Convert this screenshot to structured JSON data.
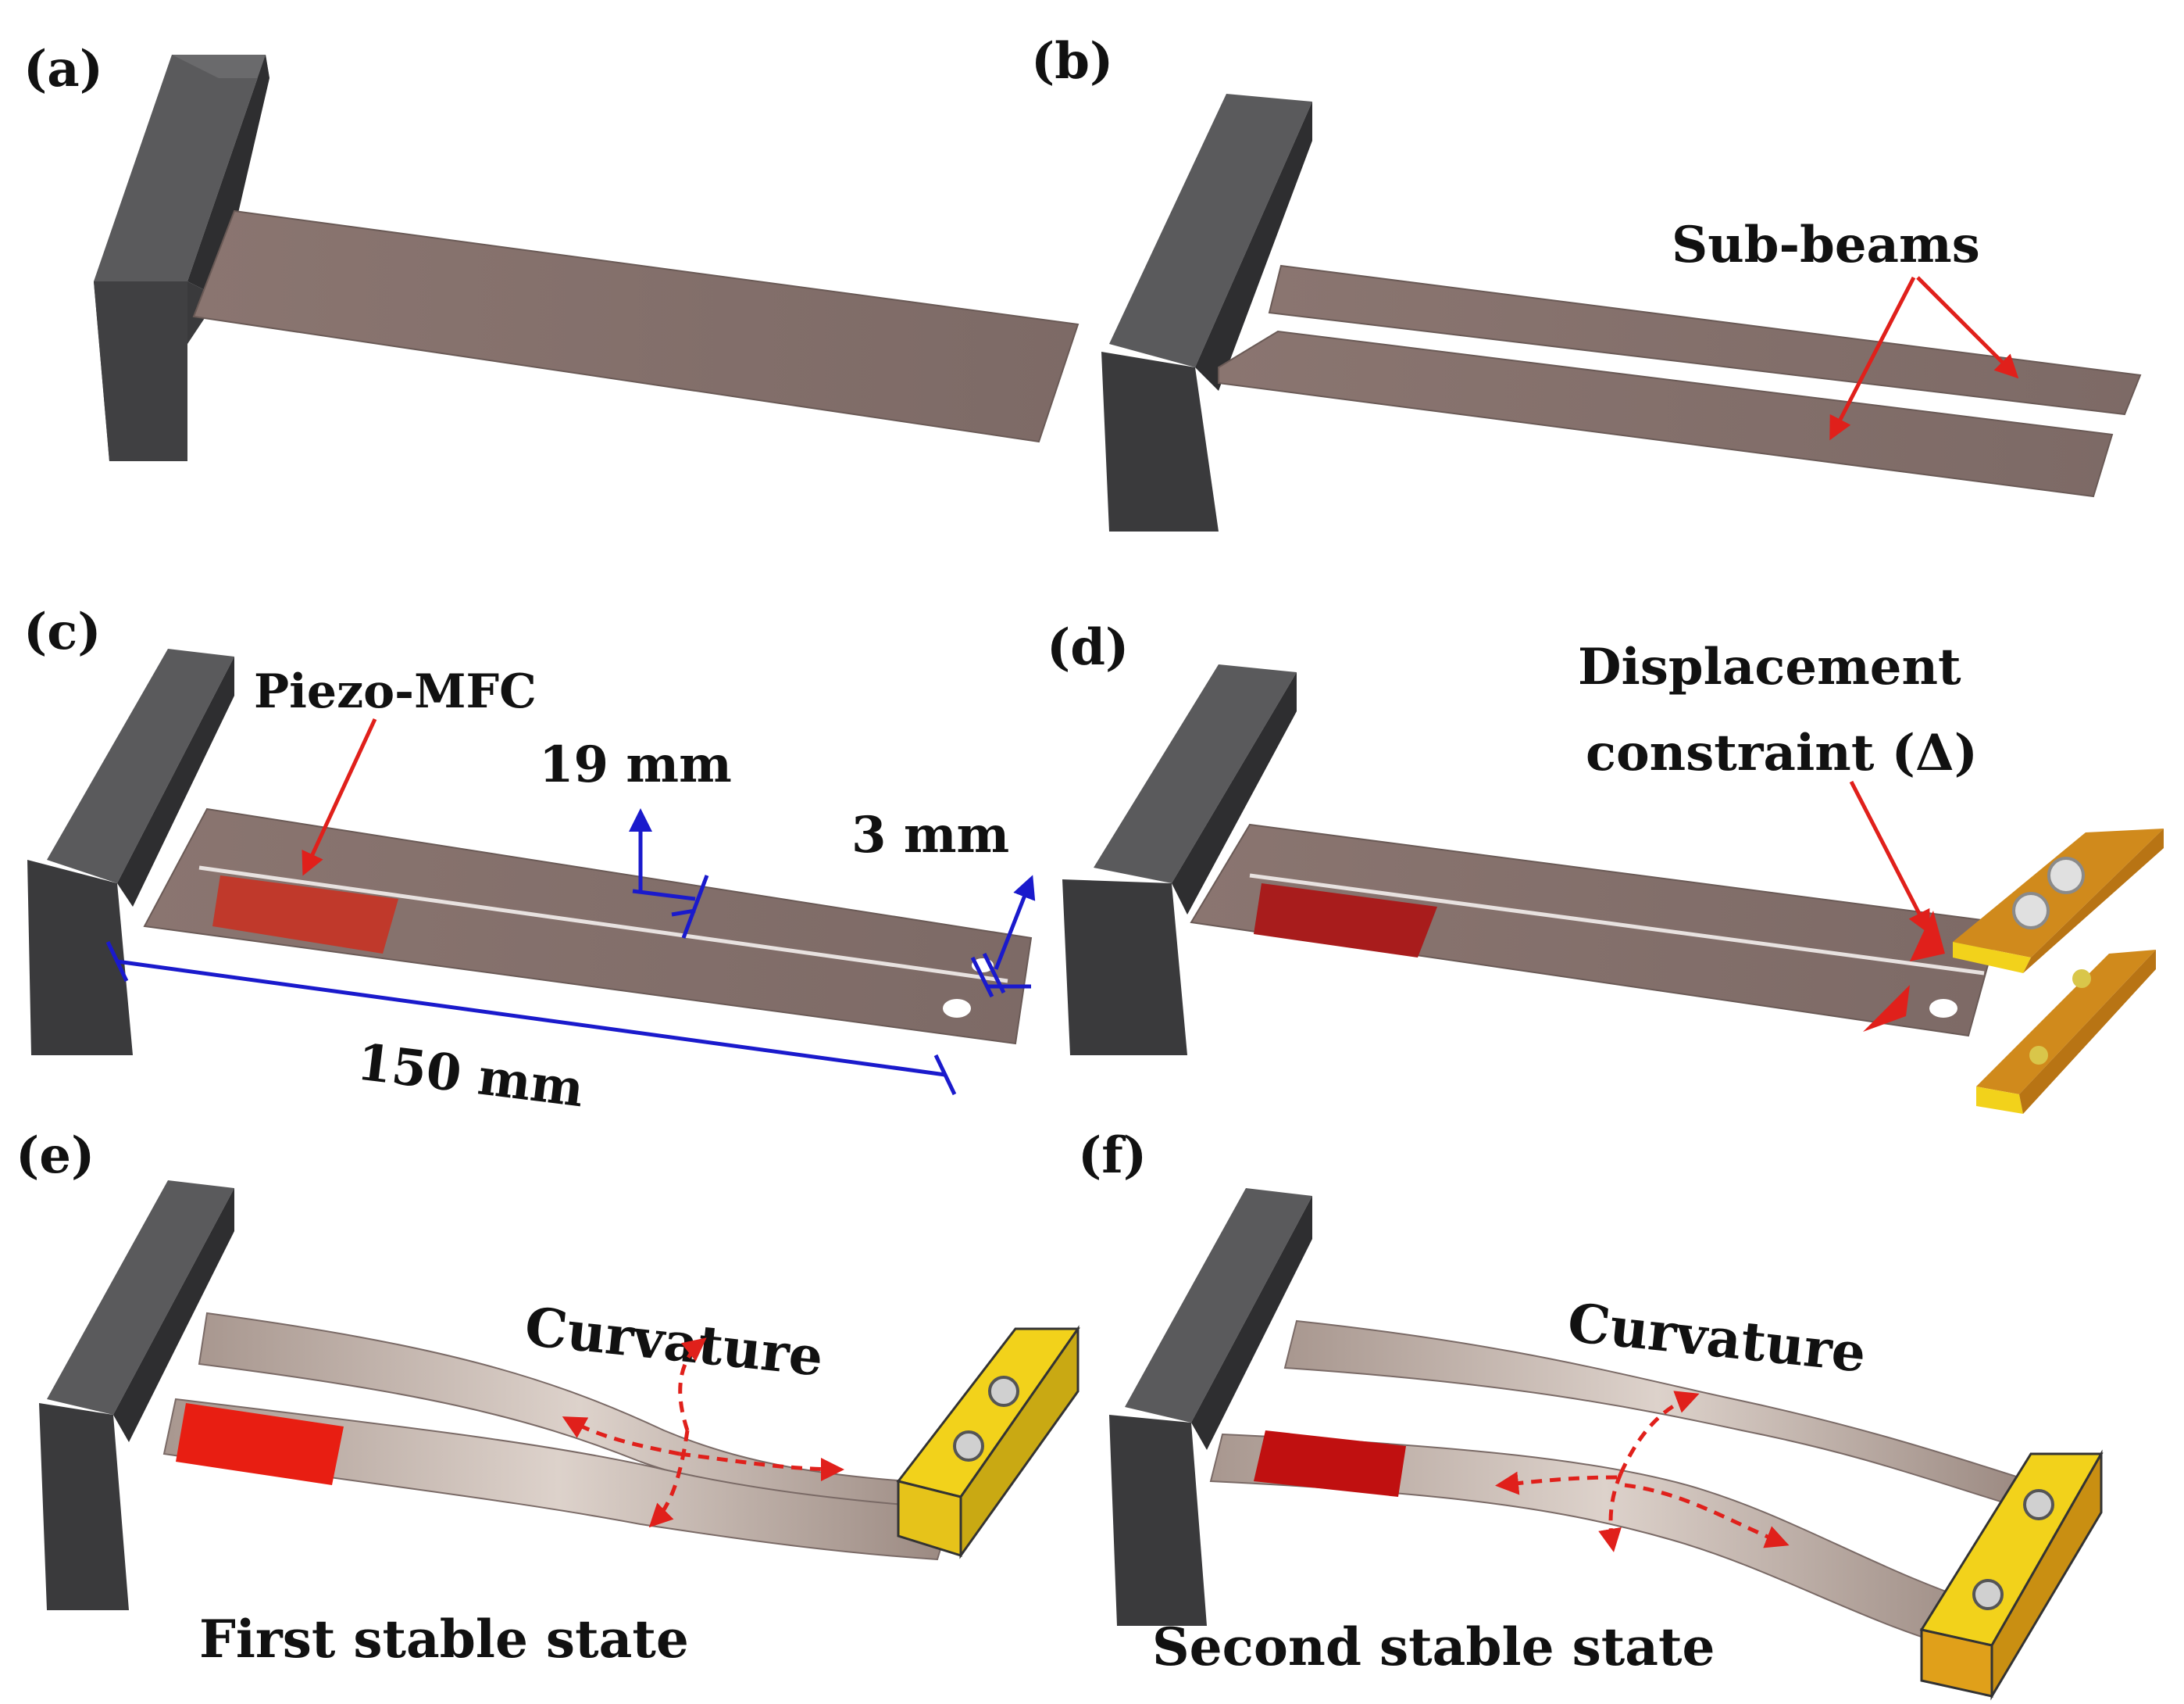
{
  "panels": {
    "a": {
      "label": "(a)"
    },
    "b": {
      "label": "(b)",
      "callout": "Sub-beams"
    },
    "c": {
      "label": "(c)",
      "piezo": "Piezo-MFC",
      "width_dim": "19 mm",
      "gap_dim": "3 mm",
      "length_dim": "150 mm"
    },
    "d": {
      "label": "(d)",
      "constraint_line1": "Displacement",
      "constraint_line2": "constraint (Δ)"
    },
    "e": {
      "label": "(e)",
      "curvature": "Curvature",
      "state": "First stable state"
    },
    "f": {
      "label": "(f)",
      "curvature": "Curvature",
      "state": "Second stable state"
    }
  },
  "colors": {
    "clamp": "#3a3a3c",
    "beam": "#8a7570",
    "piezo": "#c0392b",
    "arrow_red": "#e0201b",
    "dimension_blue": "#1a1acc",
    "support_orange": "#d08a1c",
    "support_yellow": "#f2d21b"
  }
}
